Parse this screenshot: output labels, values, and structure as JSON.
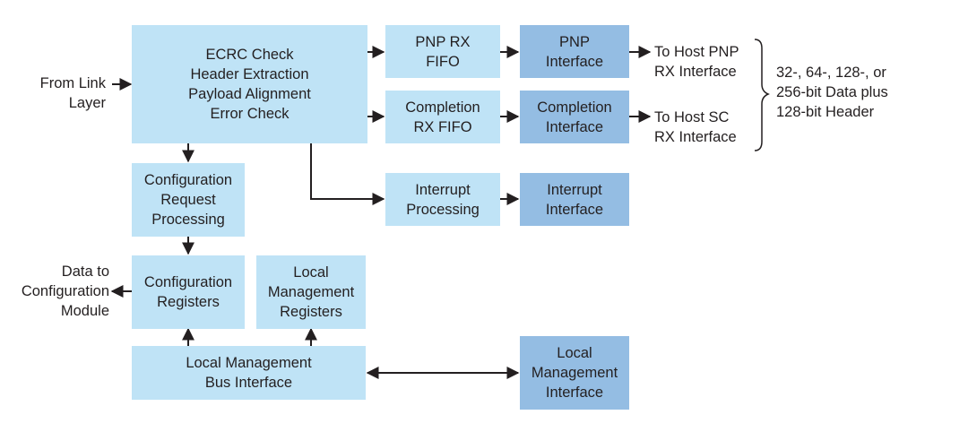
{
  "blocks": {
    "ecrc": [
      "ECRC Check",
      "Header Extraction",
      "Payload Alignment",
      "Error Check"
    ],
    "pnp_fifo": [
      "PNP RX",
      "FIFO"
    ],
    "pnp_interface": [
      "PNP",
      "Interface"
    ],
    "completion_fifo": [
      "Completion",
      "RX FIFO"
    ],
    "completion_interface": [
      "Completion",
      "Interface"
    ],
    "interrupt_processing": [
      "Interrupt",
      "Processing"
    ],
    "interrupt_interface": [
      "Interrupt",
      "Interface"
    ],
    "config_request": [
      "Configuration",
      "Request",
      "Processing"
    ],
    "config_registers": [
      "Configuration",
      "Registers"
    ],
    "local_mgmt_registers": [
      "Local",
      "Management",
      "Registers"
    ],
    "local_mgmt_bus": [
      "Local Management",
      "Bus Interface"
    ],
    "local_mgmt_interface": [
      "Local",
      "Management",
      "Interface"
    ]
  },
  "labels": {
    "from_link": [
      "From Link",
      "Layer"
    ],
    "data_to_config": [
      "Data to",
      "Configuration",
      "Module"
    ],
    "to_host_pnp": [
      "To Host PNP",
      "RX Interface"
    ],
    "to_host_sc": [
      "To Host SC",
      "RX Interface"
    ],
    "data_width": [
      "32-, 64-, 128-, or",
      "256-bit Data plus",
      "128-bit Header"
    ]
  },
  "colors": {
    "light_block": "#bfe3f6",
    "dark_block": "#94bde3",
    "line": "#231f20"
  }
}
